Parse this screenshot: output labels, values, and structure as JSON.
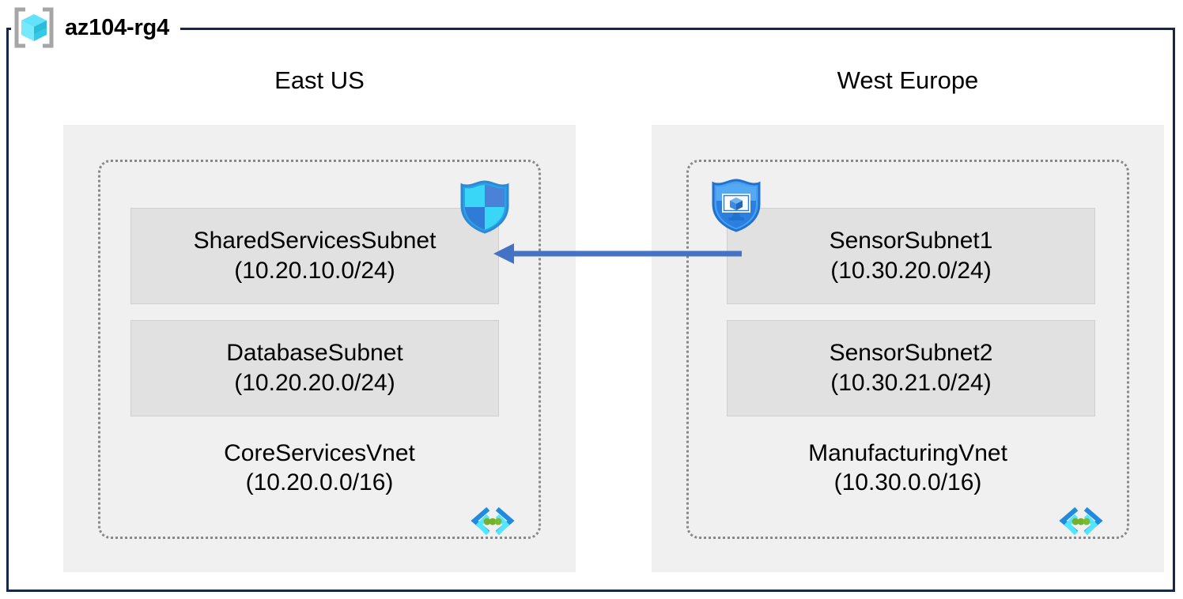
{
  "resource_group": {
    "name": "az104-rg4",
    "icon": "resource-group-cube-icon",
    "frame_color": "#16284a"
  },
  "regions": [
    {
      "label": "East US",
      "box_color": "#f0f0f0",
      "vnet": {
        "name": "CoreServicesVnet",
        "cidr": "(10.20.0.0/16)",
        "icon": "virtual-network-icon",
        "subnets": [
          {
            "name": "SharedServicesSubnet",
            "cidr": "(10.20.10.0/24)",
            "attached_icon": "network-security-group-shield-icon"
          },
          {
            "name": "DatabaseSubnet",
            "cidr": "(10.20.20.0/24)",
            "attached_icon": null
          }
        ]
      }
    },
    {
      "label": "West Europe",
      "box_color": "#f0f0f0",
      "vnet": {
        "name": "ManufacturingVnet",
        "cidr": "(10.30.0.0/16)",
        "icon": "virtual-network-icon",
        "subnets": [
          {
            "name": "SensorSubnet1",
            "cidr": "(10.30.20.0/24)",
            "attached_icon": "bastion-shield-monitor-icon"
          },
          {
            "name": "SensorSubnet2",
            "cidr": "(10.30.21.0/24)",
            "attached_icon": null
          }
        ]
      }
    }
  ],
  "connection": {
    "name": "vnet-peering-arrow",
    "direction": "right-to-left",
    "color": "#4472c4",
    "from": "SensorSubnet1",
    "to": "SharedServicesSubnet"
  },
  "palette": {
    "subnet_fill": "#e1e1e1",
    "region_fill": "#f0f0f0",
    "vnet_border": "#888888",
    "arrow": "#4472c4",
    "shield_cyan": "#32c8f0",
    "shield_blue": "#3e7dd8",
    "vnet_chevron_dark": "#1f8ae0",
    "vnet_chevron_light": "#50e6ff",
    "vnet_dot_green": "#6fb22c",
    "cube_cyan": "#9cf0ff"
  }
}
